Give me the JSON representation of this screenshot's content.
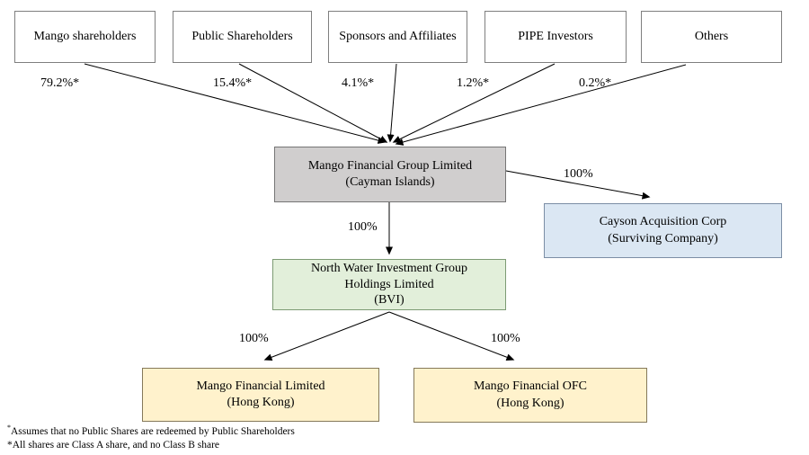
{
  "diagram": {
    "top_boxes": [
      {
        "label": "Mango shareholders",
        "pct": "79.2%*"
      },
      {
        "label": "Public Shareholders",
        "pct": "15.4%*"
      },
      {
        "label": "Sponsors and Affiliates",
        "pct": "4.1%*"
      },
      {
        "label": "PIPE Investors",
        "pct": "1.2%*"
      },
      {
        "label": "Others",
        "pct": "0.2%*"
      }
    ],
    "parent_box": {
      "line1": "Mango Financial Group Limited",
      "line2": "(Cayman Islands)"
    },
    "surviving_box": {
      "line1": "Cayson Acquisition Corp",
      "line2": "(Surviving Company)"
    },
    "holdco_box": {
      "line1": "North Water Investment Group",
      "line2": "Holdings Limited",
      "line3": "(BVI)"
    },
    "sub_left_box": {
      "line1": "Mango Financial Limited",
      "line2": "(Hong Kong)"
    },
    "sub_right_box": {
      "line1": "Mango Financial OFC",
      "line2": "(Hong Kong)"
    },
    "ownership": {
      "parent_to_surviving": "100%",
      "parent_to_holdco": "100%",
      "holdco_to_sub_left": "100%",
      "holdco_to_sub_right": "100%"
    }
  },
  "footnotes": [
    {
      "marker": "*",
      "text": "Assumes that no Public Shares are redeemed by Public Shareholders"
    },
    {
      "marker": "*",
      "text": "All shares are Class A share, and no Class B share"
    }
  ],
  "colors": {
    "parent_fill": "#d0cece",
    "surviving_fill": "#dbe7f3",
    "holdco_fill": "#e2efda",
    "subsidiary_fill": "#fff2cc",
    "top_box_fill": "#ffffff",
    "border": "#7f7f7f",
    "line": "#000000"
  }
}
